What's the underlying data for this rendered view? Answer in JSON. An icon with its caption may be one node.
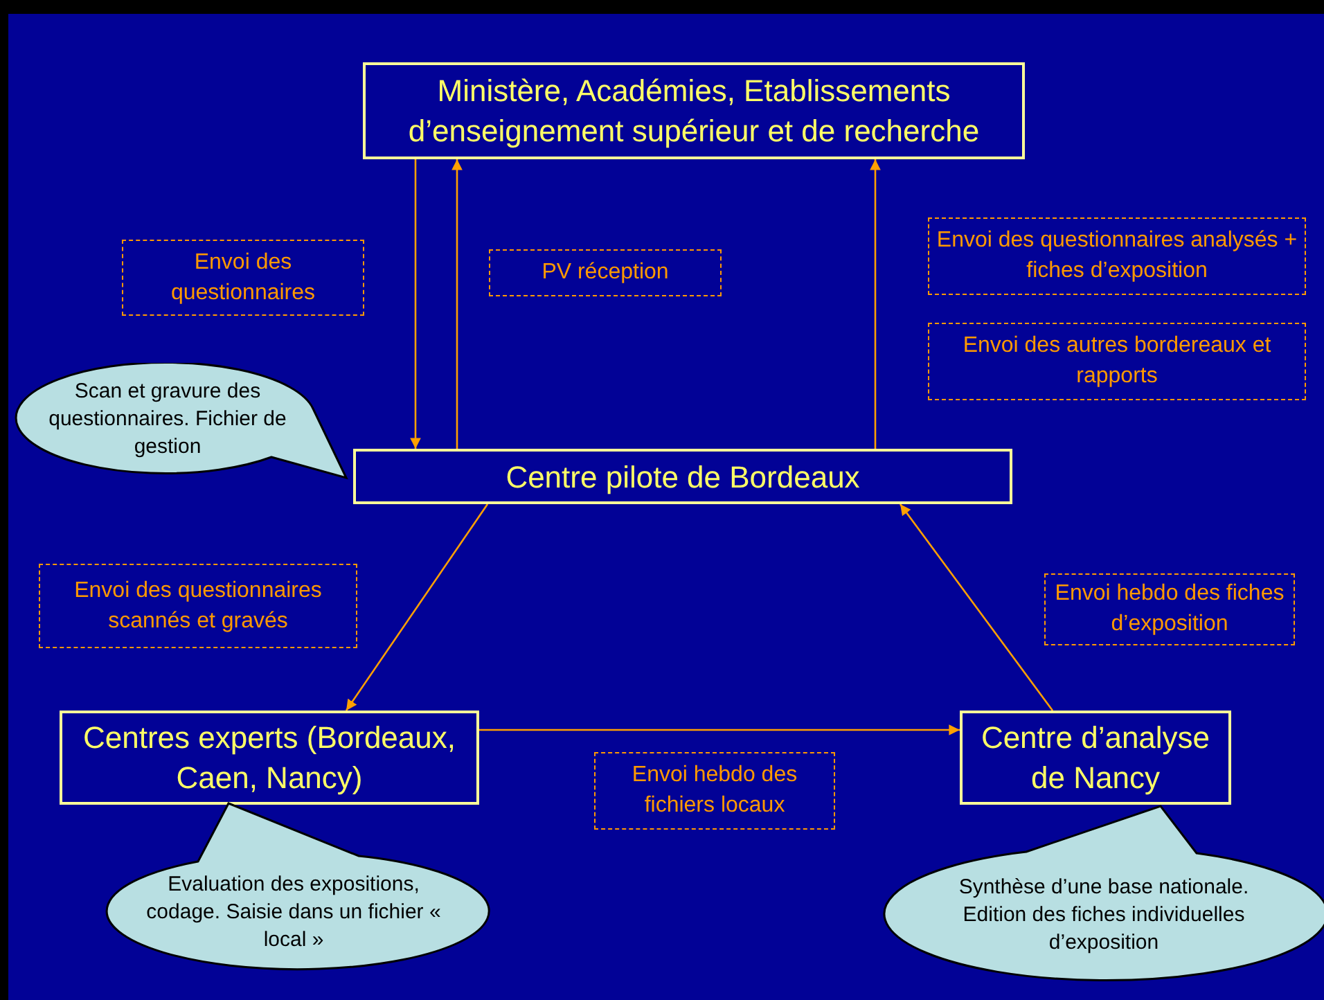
{
  "diagram": {
    "nodes": [
      {
        "text": [
          "Ministère, Académies, Etablissements d’enseignement supérieur et de recherche"
        ]
      },
      {
        "text": [
          "Envoi des questionnaires"
        ]
      },
      {
        "text": [
          "PV réception"
        ]
      },
      {
        "text": [
          "Envoi des questionnaires analysés + fiches d’exposition"
        ]
      },
      {
        "text": [
          "Envoi des autres bordereaux et rapports"
        ]
      },
      {
        "text": [
          "Scan et gravure des questionnaires. Fichier de gestion"
        ]
      },
      {
        "text": [
          "Centre pilote de Bordeaux"
        ]
      },
      {
        "text": [
          "Envoi des questionnaires scannés et gravés"
        ]
      },
      {
        "text": [
          "Envoi hebdo des fiches d’exposition"
        ]
      },
      {
        "text": [
          "Centres experts (Bordeaux, Caen, Nancy)"
        ]
      },
      {
        "text": [
          "Envoi hebdo des fichiers locaux"
        ]
      },
      {
        "text": [
          "Centre d’analyse de Nancy"
        ]
      },
      {
        "text": [
          "Evaluation des expositions, codage. Saisie dans un fichier « local »"
        ]
      },
      {
        "text": [
          "Synthèse d’une base nationale. Edition des fiches individuelles d’exposition"
        ]
      }
    ],
    "edges": [
      {
        "from": 0,
        "to": 6,
        "arrow": "to"
      },
      {
        "from": 6,
        "to": 0,
        "arrow": "to"
      },
      {
        "from": 6,
        "to": 0,
        "arrow": "to"
      },
      {
        "from": 6,
        "to": 9,
        "arrow": "to"
      },
      {
        "from": 11,
        "to": 6,
        "arrow": "to"
      },
      {
        "from": 9,
        "to": 11,
        "arrow": "to"
      }
    ]
  }
}
